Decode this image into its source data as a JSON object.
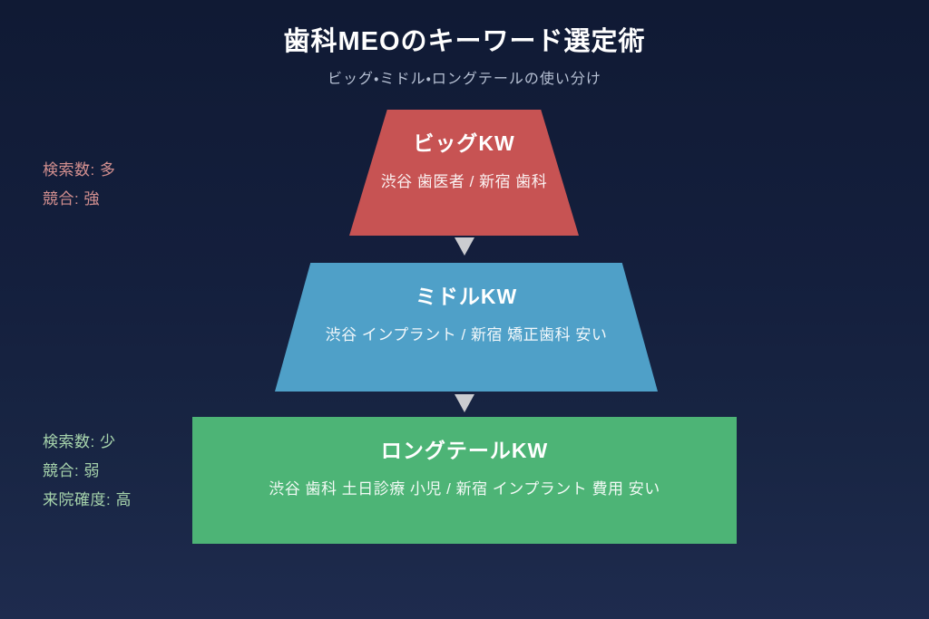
{
  "header": {
    "title": "歯科MEOのキーワード選定術",
    "subtitle": "ビッグ・ミドル・ロングテールの使い分け"
  },
  "funnel": {
    "arrow_color": "#cbccd0",
    "levels": [
      {
        "label": "ビッグKW",
        "keywords": "渋谷 歯医者 / 新宿 歯科",
        "color": "#c75353"
      },
      {
        "label": "ミドルKW",
        "keywords": "渋谷 インプラント / 新宿 矯正歯科 安い",
        "color": "#4fa0c8"
      },
      {
        "label": "ロングテールKW",
        "keywords": "渋谷 歯科 土日診療 小児 / 新宿 インプラント 費用 安い",
        "color": "#4db476"
      }
    ]
  },
  "annotations": {
    "top": {
      "color": "#d28f8f",
      "lines": [
        "検索数: 多",
        "競合: 強"
      ]
    },
    "bottom": {
      "color": "#a7d4ac",
      "lines": [
        "検索数: 少",
        "競合: 弱",
        "来院確度: 高"
      ]
    }
  }
}
